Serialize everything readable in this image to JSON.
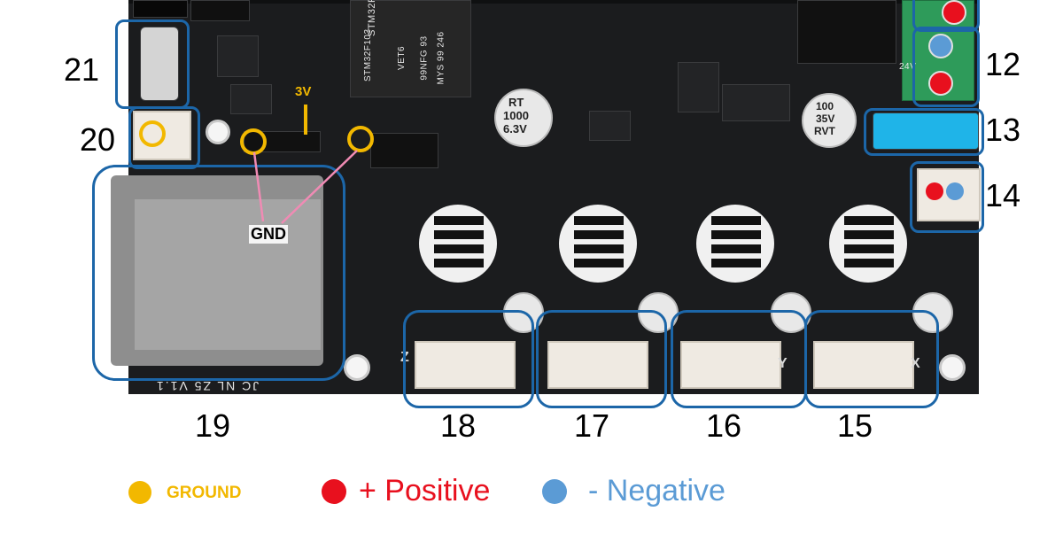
{
  "labels": {
    "n12": "12",
    "n13": "13",
    "n14": "14",
    "n15": "15",
    "n16": "16",
    "n17": "17",
    "n18": "18",
    "n19": "19",
    "n20": "20",
    "n21": "21"
  },
  "annotations": {
    "gnd": "GND",
    "v3": "3V"
  },
  "board_text": {
    "mcu_line1": "STM32F103",
    "mcu_line2": "VET6",
    "mcu_line3": "99NFG 93",
    "mcu_line4": "MYS 99 246",
    "cap1_line1": "RT",
    "cap1_line2": "1000",
    "cap1_line3": "6.3V",
    "cap2_line1": "100",
    "cap2_line2": "35V",
    "cap2_line3": "RVT",
    "bottom": "JC NL Z5 V1.1",
    "axis_z": "Z",
    "axis_y": "Y",
    "axis_x": "X",
    "v24": "24V"
  },
  "legend": {
    "ground": "GROUND",
    "positive": "+ Positive",
    "negative": "- Negative"
  },
  "colors": {
    "ground": "#f2b800",
    "positive": "#e8101e",
    "negative": "#5b9bd5",
    "frame": "#1c66a8",
    "gnd_line": "#f08bb4"
  }
}
